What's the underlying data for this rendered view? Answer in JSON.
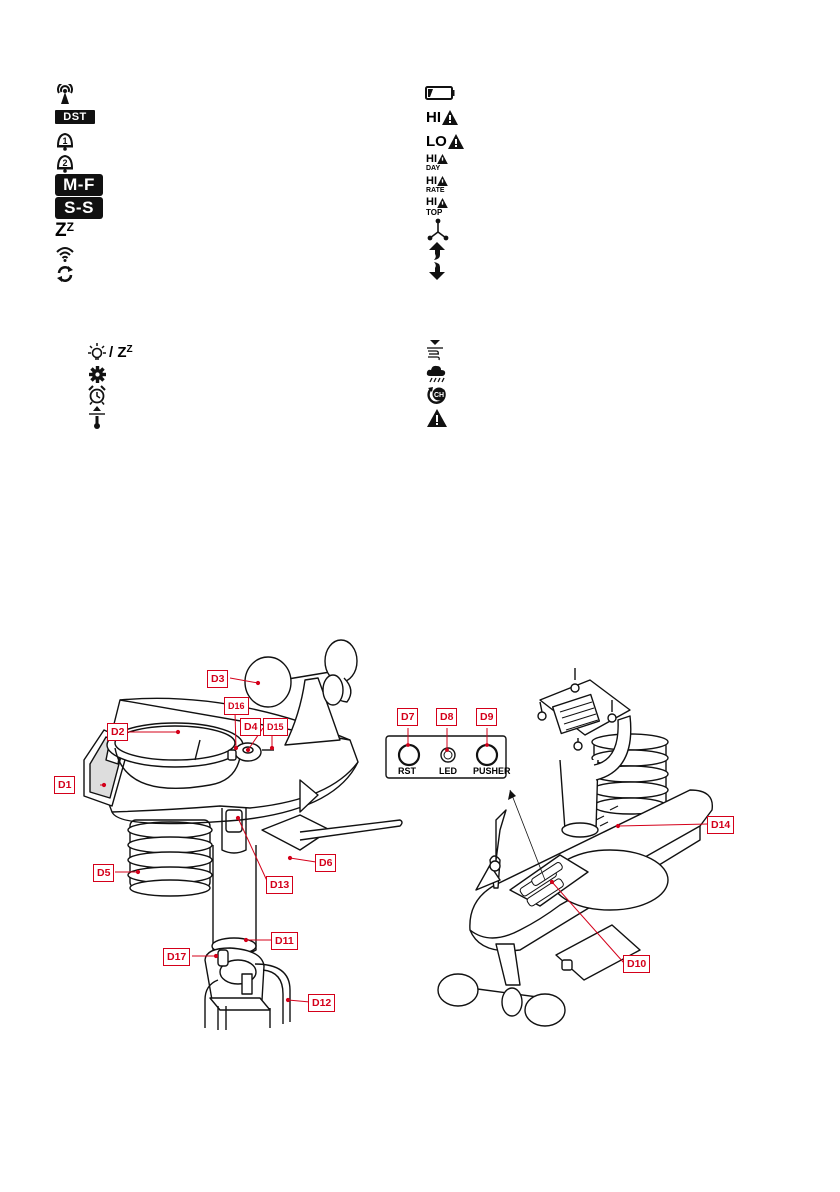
{
  "display_icons": {
    "left": [
      {
        "name": "signal-antenna-icon"
      },
      {
        "name": "dst-icon",
        "text": "DST"
      },
      {
        "name": "alarm-1-icon",
        "text": "1"
      },
      {
        "name": "alarm-2-icon",
        "text": "2"
      },
      {
        "name": "weekday-mf-icon",
        "text": "M-F"
      },
      {
        "name": "weekend-ss-icon",
        "text": "S-S"
      },
      {
        "name": "snooze-icon",
        "text": "Z",
        "sup": "Z"
      },
      {
        "name": "wifi-icon"
      },
      {
        "name": "sync-icon"
      }
    ],
    "right": [
      {
        "name": "low-battery-icon"
      },
      {
        "name": "hi-alert-icon",
        "text": "HI"
      },
      {
        "name": "lo-alert-icon",
        "text": "LO"
      },
      {
        "name": "hi-day-alert-icon",
        "text": "HI",
        "sub": "DAY"
      },
      {
        "name": "hi-rate-alert-icon",
        "text": "HI",
        "sub": "RATE"
      },
      {
        "name": "hi-top-alert-icon",
        "text": "HI",
        "sub": "TOP"
      },
      {
        "name": "fan-icon"
      },
      {
        "name": "trend-up-icon"
      },
      {
        "name": "trend-down-icon"
      }
    ]
  },
  "button_icons": {
    "left": [
      {
        "name": "backlight-snooze-icon",
        "text": "/ Z",
        "sup": "Z"
      },
      {
        "name": "settings-icon"
      },
      {
        "name": "alarm-clock-icon"
      },
      {
        "name": "temperature-up-icon"
      }
    ],
    "right": [
      {
        "name": "wind-down-icon"
      },
      {
        "name": "rain-icon"
      },
      {
        "name": "channel-icon",
        "text": "CH"
      },
      {
        "name": "alert-icon"
      }
    ]
  },
  "callouts": {
    "d1": "D1",
    "d2": "D2",
    "d3": "D3",
    "d4": "D4",
    "d5": "D5",
    "d6": "D6",
    "d7": "D7",
    "d8": "D8",
    "d9": "D9",
    "d10": "D10",
    "d11": "D11",
    "d12": "D12",
    "d13": "D13",
    "d14": "D14",
    "d15": "D15",
    "d16": "D16",
    "d17": "D17"
  },
  "panel_labels": {
    "rst": "RST",
    "led": "LED",
    "pusher": "PUSHER"
  },
  "colors": {
    "callout": "#d4001a",
    "ink": "#111111"
  }
}
